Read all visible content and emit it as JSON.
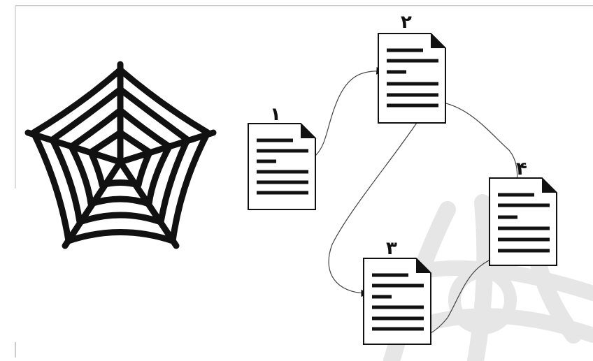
{
  "documents": [
    {
      "id": "doc-1",
      "label": "۱"
    },
    {
      "id": "doc-2",
      "label": "۲"
    },
    {
      "id": "doc-3",
      "label": "۳"
    },
    {
      "id": "doc-4",
      "label": "۴"
    }
  ],
  "links": [
    {
      "from": "۱",
      "to": "۲"
    },
    {
      "from": "۲",
      "to": "۴"
    },
    {
      "from": "۲",
      "to": "۳"
    },
    {
      "from": "۳",
      "to": "۴"
    }
  ],
  "colors": {
    "ink": "#111111",
    "link": "#444444",
    "watermark": "#e6e6e6"
  },
  "icons": {
    "web": "spider-web-icon",
    "document": "document-icon",
    "watermark": "web-watermark-icon"
  }
}
